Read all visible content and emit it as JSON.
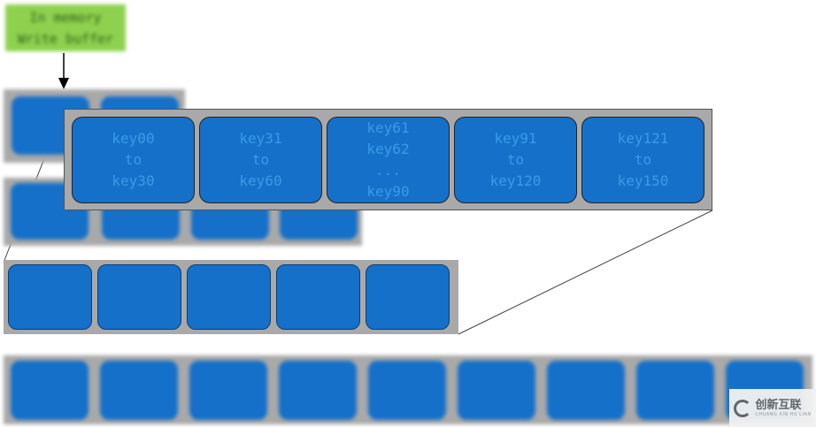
{
  "label": {
    "line1": "In memory",
    "line2": "Write buffer"
  },
  "zoom_blocks": [
    {
      "lines": [
        "key00",
        "to",
        "key30"
      ]
    },
    {
      "lines": [
        "key31",
        "to",
        "key60"
      ]
    },
    {
      "lines": [
        "key61",
        "key62",
        "...",
        "key90"
      ]
    },
    {
      "lines": [
        "key91",
        "to",
        "key120"
      ]
    },
    {
      "lines": [
        "key121",
        "to",
        "key150"
      ]
    }
  ],
  "watermark": {
    "text": "创新互联",
    "subtext": "CHUANG XIN HU LIAN"
  },
  "colors": {
    "block": "#1570c9",
    "tray": "#a9a9a9",
    "label_bg": "#8fd14f"
  }
}
